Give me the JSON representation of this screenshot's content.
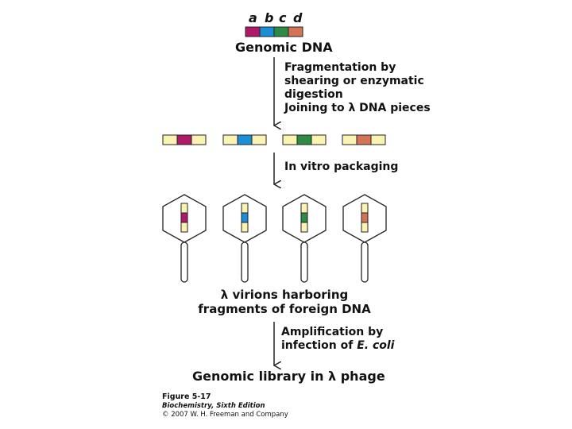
{
  "genome": {
    "letters": [
      "a",
      "b",
      "c",
      "d"
    ],
    "title": "Genomic DNA"
  },
  "steps": {
    "fragmentation": [
      "Fragmentation by",
      "shearing or enzymatic",
      "digestion",
      "Joining to λ DNA pieces"
    ],
    "packaging": "In vitro packaging",
    "amplification_line1": "Amplification by",
    "amplification_line2_prefix": "infection of ",
    "amplification_organism": "E. coli"
  },
  "virions_label": [
    "λ virions harboring",
    "fragments of foreign DNA"
  ],
  "library_label": "Genomic library in λ phage",
  "caption": {
    "figure": "Figure 5-17",
    "book": "Biochemistry, Sixth Edition",
    "copyright": "© 2007 W. H. Freeman and Company"
  },
  "colors": {
    "segment_a": "#b0186a",
    "segment_b": "#1b8fd6",
    "segment_c": "#2e8b45",
    "segment_d": "#d47355",
    "lambda_dna": "#fbf3b2",
    "outline": "#222222"
  }
}
